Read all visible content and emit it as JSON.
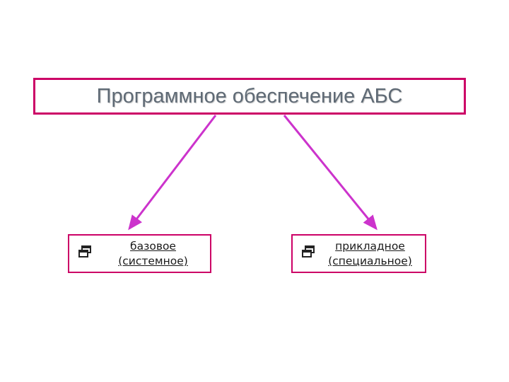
{
  "diagram": {
    "root": {
      "label": "Программное обеспечение АБС"
    },
    "children": [
      {
        "line1": "базовое",
        "line2": "(системное)",
        "icon": "window-restore-icon"
      },
      {
        "line1": "прикладное",
        "line2": "(специальное)",
        "icon": "window-restore-icon"
      }
    ],
    "colors": {
      "border": "#cc0066",
      "arrow": "#cc33cc",
      "title_text": "#5f6a75"
    }
  }
}
